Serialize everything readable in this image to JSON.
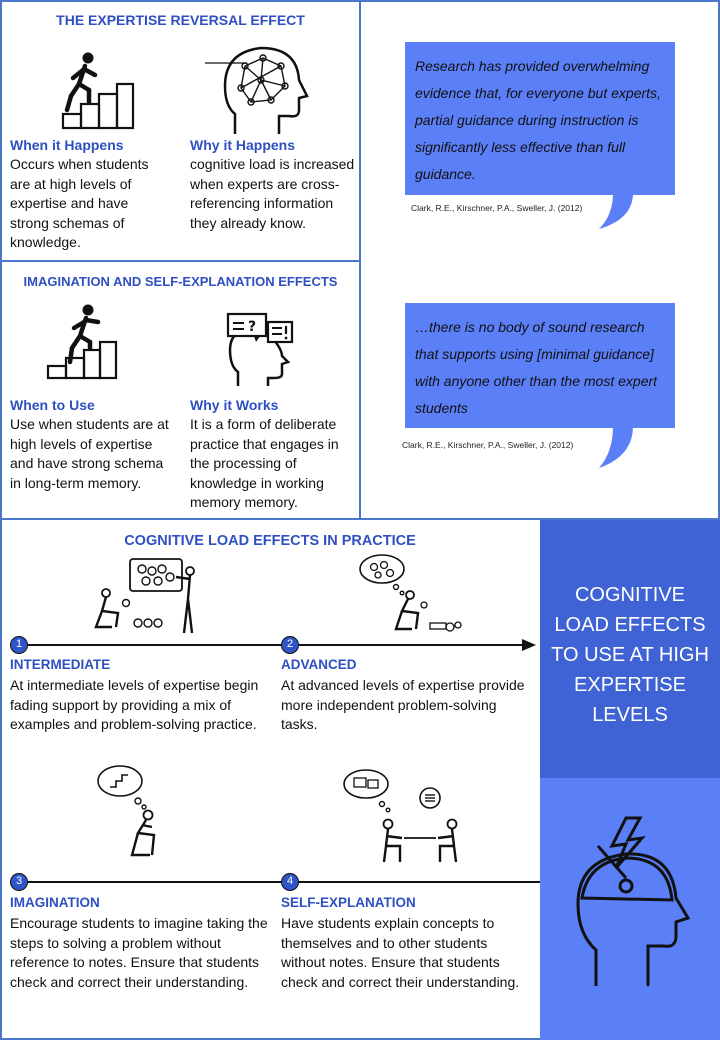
{
  "expertise_reversal": {
    "heading": "THE EXPERTISE REVERSAL EFFECT",
    "when_title": "When it Happens",
    "when_body": "Occurs when students are at high levels of expertise and have strong schemas of knowledge.",
    "why_title": "Why it Happens",
    "why_body": "cognitive load is increased when experts are cross-referencing information they already know."
  },
  "imagination_self_explanation": {
    "heading": "IMAGINATION AND SELF-EXPLANATION EFFECTS",
    "when_title": "When to Use",
    "when_body": "Use when students are at high levels of expertise and have strong schema in long-term memory.",
    "why_title": "Why it Works",
    "why_body": "It is a form of deliberate practice that engages in the processing of knowledge in working memory memory."
  },
  "quotes": [
    {
      "text": "Research has provided overwhelming evidence that, for everyone but experts, partial guidance during instruction is significantly less effective than full guidance.",
      "citation": "Clark, R.E., Kirschner, P.A., Sweller, J. (2012)"
    },
    {
      "text": "…there is no body of sound research that supports using [minimal guidance] with anyone other than the most expert students",
      "citation": "Clark, R.E., Kirschner, P.A., Sweller, J. (2012)"
    }
  ],
  "practice": {
    "heading": "COGNITIVE LOAD EFFECTS IN PRACTICE",
    "steps": [
      {
        "num": "1",
        "title": "INTERMEDIATE",
        "body": "At intermediate levels of expertise begin fading support by providing a mix of examples and problem-solving practice."
      },
      {
        "num": "2",
        "title": "ADVANCED",
        "body": "At advanced levels of expertise provide more independent problem-solving tasks."
      },
      {
        "num": "3",
        "title": "IMAGINATION",
        "body": "Encourage students to imagine taking the steps to solving a problem without reference to notes. Ensure that students check and correct their understanding."
      },
      {
        "num": "4",
        "title": "SELF-EXPLANATION",
        "body": "Have students explain concepts to themselves and to other students without notes. Ensure that students check and correct their understanding."
      }
    ]
  },
  "sidebar": {
    "title": "COGNITIVE LOAD EFFECTS TO USE AT HIGH EXPERTISE LEVELS"
  },
  "colors": {
    "accent": "#2f4fc2",
    "quote_bg": "#5b7ff7",
    "sidebar_dark": "#3f63d4",
    "sidebar_light": "#5b7ff7",
    "border": "#4a78c8"
  }
}
